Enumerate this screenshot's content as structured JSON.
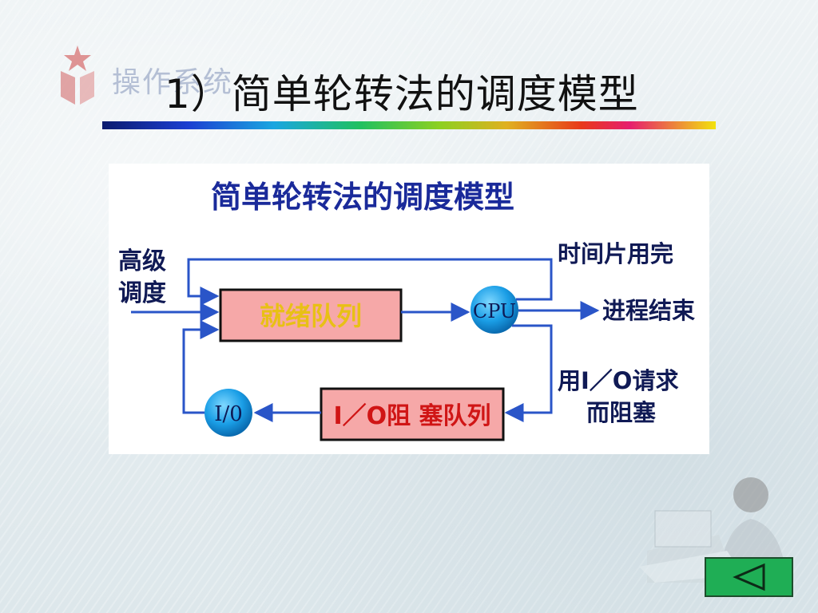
{
  "logo": {
    "text": "操作系统"
  },
  "slide": {
    "title": "1）简单轮转法的调度模型"
  },
  "diagram": {
    "heading": "简单轮转法的调度模型",
    "labels": {
      "high_level_1": "高级",
      "high_level_2": "调度",
      "time_slice": "时间片用完",
      "process_end": "进程结束",
      "io_request_1": "用I／O请求",
      "io_request_2": "而阻塞"
    },
    "nodes": {
      "ready_queue": "就绪队列",
      "cpu": "CPU",
      "io": "I/0",
      "io_block_queue": "I／O阻 塞队列"
    }
  },
  "nav": {
    "back_icon": "triangle-left-icon"
  }
}
